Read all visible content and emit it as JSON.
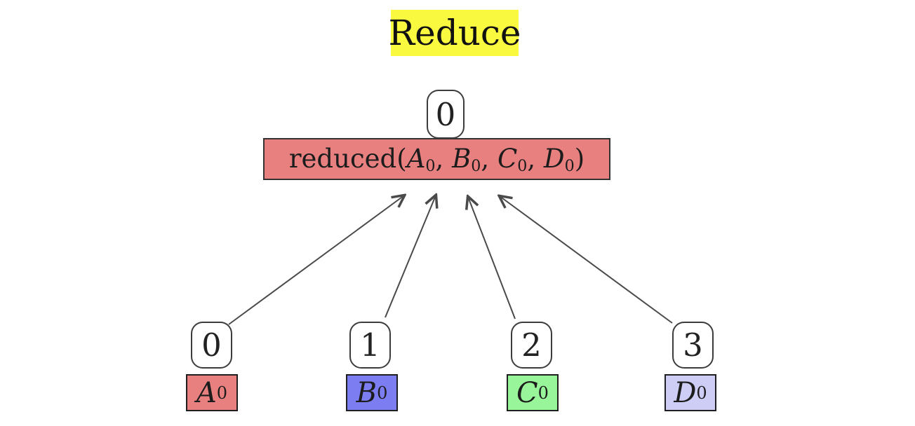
{
  "title": {
    "label": "Reduce",
    "highlight_color": "#f9f93f"
  },
  "root": {
    "rank": "0",
    "result": {
      "prefix": "reduced(",
      "separator": ", ",
      "close": ")",
      "args": [
        {
          "letter": "A",
          "sub": "0"
        },
        {
          "letter": "B",
          "sub": "0"
        },
        {
          "letter": "C",
          "sub": "0"
        },
        {
          "letter": "D",
          "sub": "0"
        }
      ],
      "fill_color": "#e98080"
    }
  },
  "processes": [
    {
      "rank": "0",
      "letter": "A",
      "sub": "0",
      "fill_color": "#e98080"
    },
    {
      "rank": "1",
      "letter": "B",
      "sub": "0",
      "fill_color": "#7d7df2"
    },
    {
      "rank": "2",
      "letter": "C",
      "sub": "0",
      "fill_color": "#99f599"
    },
    {
      "rank": "3",
      "letter": "D",
      "sub": "0",
      "fill_color": "#cdcdf6"
    }
  ],
  "colors": {
    "background": "#ffffff",
    "arrow": "#4a4a4a",
    "node_border": "#3c3c3c",
    "box_border": "#1f1f1f",
    "text": "#111111"
  }
}
